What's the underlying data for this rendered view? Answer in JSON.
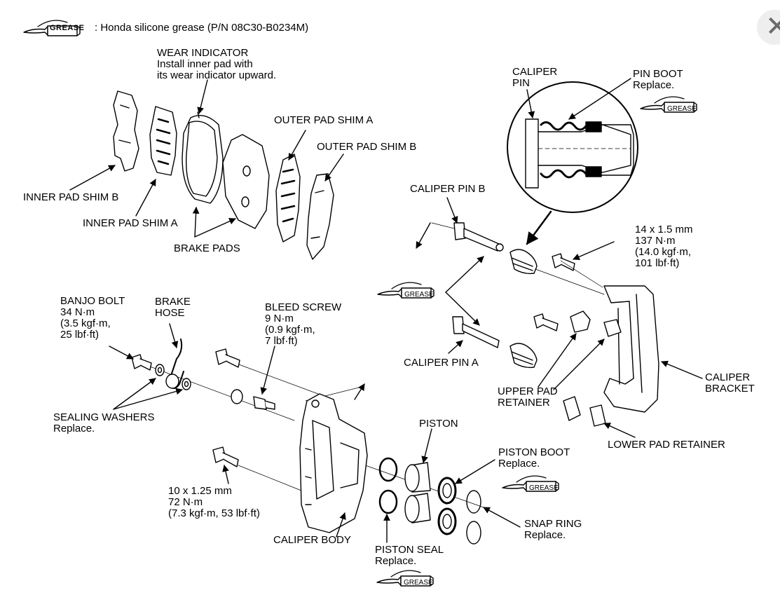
{
  "legend": {
    "icon_text": "GREASE",
    "text": ": Honda silicone grease (P/N 08C30-B0234M)"
  },
  "labels": {
    "wear_indicator": [
      "WEAR INDICATOR",
      "Install inner pad with",
      "its wear indicator upward."
    ],
    "inner_pad_shim_b": [
      "INNER PAD SHIM B"
    ],
    "inner_pad_shim_a": [
      "INNER PAD SHIM A"
    ],
    "brake_pads": [
      "BRAKE PADS"
    ],
    "outer_pad_shim_a": [
      "OUTER PAD SHIM A"
    ],
    "outer_pad_shim_b": [
      "OUTER PAD SHIM B"
    ],
    "caliper_pin": [
      "CALIPER",
      "PIN"
    ],
    "pin_boot": [
      "PIN BOOT",
      "Replace."
    ],
    "caliper_pin_b": [
      "CALIPER PIN B"
    ],
    "bolt_14": [
      "14 x 1.5 mm",
      "137 N·m",
      "(14.0 kgf·m,",
      "101 lbf·ft)"
    ],
    "banjo_bolt": [
      "BANJO BOLT",
      "34 N·m",
      "(3.5 kgf·m,",
      "25 lbf·ft)"
    ],
    "brake_hose": [
      "BRAKE",
      "HOSE"
    ],
    "bleed_screw": [
      "BLEED SCREW",
      "9 N·m",
      "(0.9 kgf·m,",
      "7 lbf·ft)"
    ],
    "caliper_pin_a": [
      "CALIPER PIN A"
    ],
    "caliper_bracket": [
      "CALIPER",
      "BRACKET"
    ],
    "upper_pad_retainer": [
      "UPPER PAD",
      "RETAINER"
    ],
    "sealing_washers": [
      "SEALING WASHERS",
      "Replace."
    ],
    "piston": [
      "PISTON"
    ],
    "lower_pad_retainer": [
      "LOWER PAD RETAINER"
    ],
    "piston_boot": [
      "PISTON BOOT",
      "Replace."
    ],
    "bolt_10": [
      "10 x 1.25 mm",
      "72 N·m",
      "(7.3 kgf·m, 53 lbf·ft)"
    ],
    "snap_ring": [
      "SNAP RING",
      "Replace."
    ],
    "caliper_body": [
      "CALIPER BODY"
    ],
    "piston_seal": [
      "PISTON SEAL",
      "Replace."
    ]
  },
  "close_icon": "close-icon"
}
